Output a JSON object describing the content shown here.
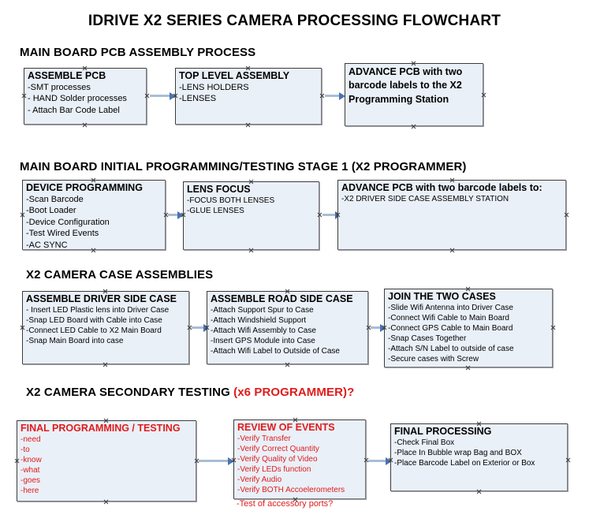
{
  "document": {
    "title": "IDRIVE X2  SERIES CAMERA PROCESSING FLOWCHART",
    "accent_color": "#e01b1b",
    "box_fill": "#eaf0f8",
    "box_border": "#3b3b3b",
    "connector_color": "#a9bdd4",
    "arrow_color": "#4a72b5"
  },
  "sections": [
    {
      "heading": "MAIN BOARD PCB ASSEMBLY PROCESS",
      "nodes": [
        {
          "title": "ASSEMBLE PCB",
          "items": [
            "-SMT processes",
            "- HAND Solder processes",
            "- Attach Bar Code Label"
          ]
        },
        {
          "title": "TOP LEVEL ASSEMBLY",
          "items": [
            "-LENS HOLDERS",
            "-LENSES"
          ]
        },
        {
          "title": "ADVANCE PCB with two barcode labels to the  X2 Programming Station",
          "items": []
        }
      ]
    },
    {
      "heading": "MAIN BOARD INITIAL PROGRAMMING/TESTING STAGE 1 (X2 PROGRAMMER)",
      "nodes": [
        {
          "title": "DEVICE PROGRAMMING",
          "items": [
            "-Scan Barcode",
            "-Boot Loader",
            "-Device Configuration",
            "-Test Wired Events",
            "-AC SYNC"
          ]
        },
        {
          "title": "LENS FOCUS",
          "items": [
            "-FOCUS BOTH LENSES",
            "-GLUE LENSES"
          ]
        },
        {
          "title": "ADVANCE PCB with two barcode labels to:",
          "items": [
            "-X2 DRIVER  SIDE  CASE  ASSEMBLY STATION"
          ]
        }
      ]
    },
    {
      "heading": "X2 CAMERA CASE ASSEMBLIES",
      "nodes": [
        {
          "title": "ASSEMBLE DRIVER SIDE CASE",
          "items": [
            "- Insert LED Plastic lens into Driver Case",
            "-Snap LED Board with Cable into Case",
            "-Connect LED Cable to X2 Main Board",
            "-Snap Main Board into case"
          ]
        },
        {
          "title": "ASSEMBLE ROAD SIDE CASE",
          "items": [
            "-Attach Support Spur to Case",
            "-Attach Windshield Support",
            "-Attach Wifi Assembly to Case",
            "-Insert GPS Module into Case",
            "-Attach Wifi Label to Outside of Case"
          ]
        },
        {
          "title": "JOIN THE TWO CASES",
          "items": [
            "-Slide Wifi Antenna into Driver Case",
            "-Connect Wifi Cable to Main Board",
            "-Connect GPS Cable to Main Board",
            "-Snap Cases Together",
            "-Attach S/N Label to outside of case",
            "-Secure cases with Screw"
          ]
        }
      ]
    },
    {
      "heading": "X2 CAMERA SECONDARY TESTING ",
      "heading_accent": "(x6 PROGRAMMER)?",
      "nodes": [
        {
          "title": "FINAL PROGRAMMING / TESTING",
          "items": [
            "-need",
            "-to",
            "-know",
            "-what",
            "-goes",
            "-here"
          ]
        },
        {
          "title": "REVIEW OF EVENTS",
          "items": [
            "-Verify Transfer",
            "-Verify Correct Quantity",
            "-Verify Quality of Video",
            "-Verify LEDs function",
            "-Verify Audio",
            "-Verify BOTH Accoelerometers"
          ],
          "overflow_item": "-Test of accessory ports?"
        },
        {
          "title": "FINAL PROCESSING",
          "items": [
            "-Check Final Box",
            "-Place In Bubble wrap Bag and BOX",
            "-Place Barcode Label on Exterior or Box"
          ]
        }
      ]
    }
  ]
}
